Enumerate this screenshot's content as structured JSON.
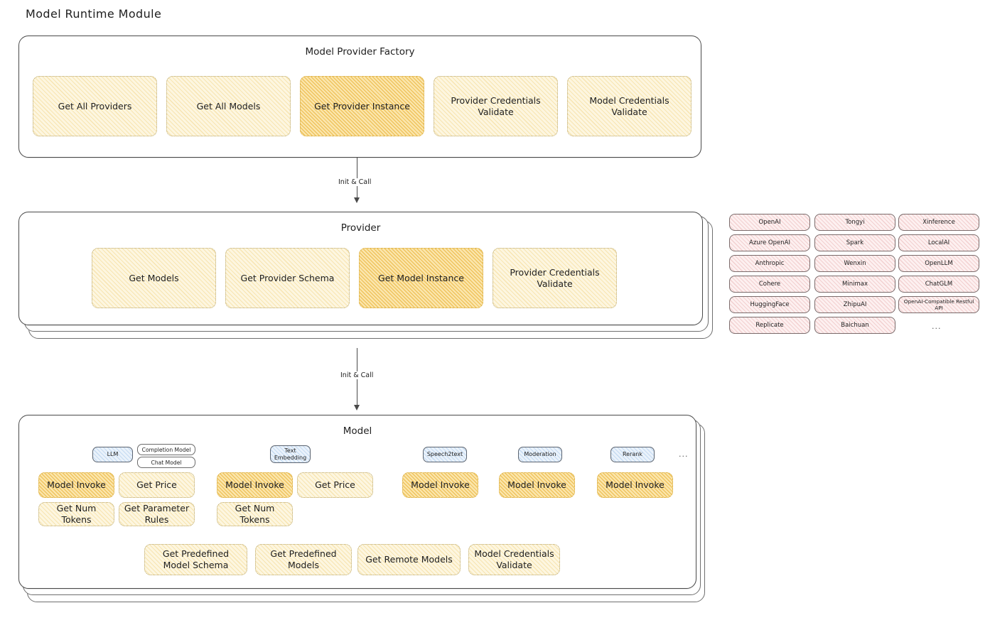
{
  "page": {
    "title": "Model Runtime Module"
  },
  "arrows": [
    {
      "label": "Init & Call"
    },
    {
      "label": "Init & Call"
    }
  ],
  "factory": {
    "title": "Model Provider Factory",
    "nodes": [
      {
        "label": "Get All Providers",
        "highlight": false
      },
      {
        "label": "Get All Models",
        "highlight": false
      },
      {
        "label": "Get Provider Instance",
        "highlight": true
      },
      {
        "label": "Provider Credentials Validate",
        "highlight": false
      },
      {
        "label": "Model Credentials Validate",
        "highlight": false
      }
    ]
  },
  "provider": {
    "title": "Provider",
    "nodes": [
      {
        "label": "Get Models",
        "highlight": false
      },
      {
        "label": "Get Provider Schema",
        "highlight": false
      },
      {
        "label": "Get Model Instance",
        "highlight": true
      },
      {
        "label": "Provider Credentials Validate",
        "highlight": false
      }
    ]
  },
  "provider_list": {
    "ellipsis": "...",
    "columns": [
      {
        "items": [
          "OpenAI",
          "Azure OpenAI",
          "Anthropic",
          "Cohere",
          "HuggingFace",
          "Replicate"
        ]
      },
      {
        "items": [
          "Tongyi",
          "Spark",
          "Wenxin",
          "Minimax",
          "ZhipuAI",
          "Baichuan"
        ]
      },
      {
        "items": [
          "Xinference",
          "LocalAI",
          "OpenLLM",
          "ChatGLM",
          "OpenAI-Compatible Restful API"
        ]
      }
    ]
  },
  "model": {
    "title": "Model",
    "ellipsis": "...",
    "types": [
      {
        "tag": "LLM",
        "badges": [
          "Completion Model",
          "Chat Model"
        ],
        "nodes": [
          {
            "label": "Model Invoke",
            "highlight": true
          },
          {
            "label": "Get Price",
            "highlight": false
          },
          {
            "label": "Get Num Tokens",
            "highlight": false
          },
          {
            "label": "Get Parameter Rules",
            "highlight": false
          }
        ]
      },
      {
        "tag": "Text Embedding",
        "badges": [],
        "nodes": [
          {
            "label": "Model Invoke",
            "highlight": true
          },
          {
            "label": "Get Price",
            "highlight": false
          },
          {
            "label": "Get Num Tokens",
            "highlight": false
          }
        ]
      },
      {
        "tag": "Speech2text",
        "badges": [],
        "nodes": [
          {
            "label": "Model Invoke",
            "highlight": true
          }
        ]
      },
      {
        "tag": "Moderation",
        "badges": [],
        "nodes": [
          {
            "label": "Model Invoke",
            "highlight": true
          }
        ]
      },
      {
        "tag": "Rerank",
        "badges": [],
        "nodes": [
          {
            "label": "Model Invoke",
            "highlight": true
          }
        ]
      }
    ],
    "common_nodes": [
      {
        "label": "Get Predefined Model Schema",
        "highlight": false
      },
      {
        "label": "Get Predefined Models",
        "highlight": false
      },
      {
        "label": "Get Remote Models",
        "highlight": false
      },
      {
        "label": "Model Credentials Validate",
        "highlight": false
      }
    ]
  },
  "colors": {
    "node_fill": "#fdf6e0",
    "node_highlight_fill": "#fbe6ad",
    "chip_fill": "#fdf0f0",
    "tag_fill": "#eaf2fb",
    "stroke": "#4a4a4a"
  }
}
